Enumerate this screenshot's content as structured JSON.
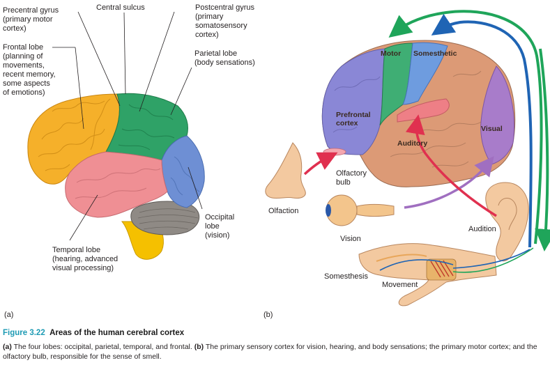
{
  "panel_a": {
    "marker": "(a)",
    "labels": {
      "precentral": [
        "Precentral gyrus",
        "(primary motor",
        "cortex)"
      ],
      "central": [
        "Central sulcus"
      ],
      "postcentral": [
        "Postcentral gyrus",
        "(primary",
        "somatosensory",
        "cortex)"
      ],
      "frontal": [
        "Frontal lobe",
        "(planning of",
        "movements,",
        "recent memory,",
        "some aspects",
        "of emotions)"
      ],
      "parietal": [
        "Parietal lobe",
        "(body sensations)"
      ],
      "occipital": [
        "Occipital",
        "lobe",
        "(vision)"
      ],
      "temporal": [
        "Temporal lobe",
        "(hearing, advanced",
        "visual processing)"
      ]
    },
    "colors": {
      "frontal": "#f5b02a",
      "parietal": "#2fa267",
      "temporal": "#ef8f94",
      "occipital": "#6e8fd4",
      "cerebellum": "#8f8a85",
      "brainstem": "#f5c000"
    }
  },
  "panel_b": {
    "marker": "(b)",
    "regions": {
      "motor": [
        "Motor"
      ],
      "somesthetic": [
        "Somesthetic"
      ],
      "prefrontal": [
        "Prefrontal",
        "cortex"
      ],
      "auditory": [
        "Auditory"
      ],
      "visual": [
        "Visual"
      ]
    },
    "labels": {
      "olfactory_bulb": [
        "Olfactory",
        "bulb"
      ],
      "olfaction": [
        "Olfaction"
      ],
      "vision": [
        "Vision"
      ],
      "audition": [
        "Audition"
      ],
      "somesthesis": [
        "Somesthesis"
      ],
      "movement": [
        "Movement"
      ]
    },
    "colors": {
      "prefrontal": "#8a87d6",
      "motor": "#3fae74",
      "somesthetic": "#6e9cdf",
      "cortex": "#dc9a76",
      "visual": "#a87cca",
      "auditory": "#ee7f86",
      "arrow_green": "#1fa55a",
      "arrow_blue": "#1f64b4",
      "arrow_red": "#e0304f",
      "arrow_purple": "#a06fc0",
      "skin": "#f3c9a0"
    }
  },
  "caption": {
    "number": "Figure 3.22",
    "title": "Areas of the human cerebral cortex",
    "a_marker": "(a)",
    "a_text": "The four lobes: occipital, parietal, temporal, and frontal.",
    "b_marker": "(b)",
    "b_text": "The primary sensory cortex for vision, hearing, and body sensations; the primary motor cortex; and the olfactory bulb, responsible for the sense of smell."
  }
}
